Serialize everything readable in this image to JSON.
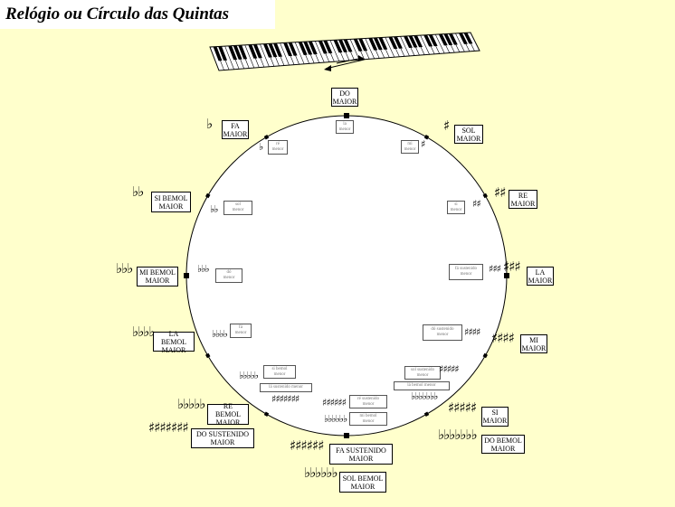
{
  "title": "Relógio ou Círculo das Quintas",
  "icons": [
    "piano-keyboard-icon",
    "double-arrow-icon"
  ],
  "major_keys": [
    {
      "id": "do",
      "label": "DO\nMAIOR",
      "accidentals": ""
    },
    {
      "id": "sol",
      "label": "SOL\nMAIOR",
      "accidentals": "♯"
    },
    {
      "id": "re",
      "label": "RE\nMAIOR",
      "accidentals": "♯♯"
    },
    {
      "id": "la",
      "label": "LA\nMAIOR",
      "accidentals": "♯♯♯"
    },
    {
      "id": "mi",
      "label": "MI\nMAIOR",
      "accidentals": "♯♯♯♯"
    },
    {
      "id": "si",
      "label": "SI\nMAIOR",
      "accidentals": "♯♯♯♯♯"
    },
    {
      "id": "dob",
      "label": "DO BEMOL\nMAIOR",
      "accidentals": "♭♭♭♭♭♭♭"
    },
    {
      "id": "fas",
      "label": "FA SUSTENIDO\nMAIOR",
      "accidentals": "♯♯♯♯♯♯"
    },
    {
      "id": "solb",
      "label": "SOL BEMOL\nMAIOR",
      "accidentals": "♭♭♭♭♭♭"
    },
    {
      "id": "reb",
      "label": "RE BEMOL\nMAIOR",
      "accidentals": "♭♭♭♭♭"
    },
    {
      "id": "dos",
      "label": "DO SUSTENIDO\nMAIOR",
      "accidentals": "♯♯♯♯♯♯♯"
    },
    {
      "id": "lab",
      "label": "LA BEMOL\nMAIOR",
      "accidentals": "♭♭♭♭"
    },
    {
      "id": "mib",
      "label": "MI BEMOL\nMAIOR",
      "accidentals": "♭♭♭"
    },
    {
      "id": "sib",
      "label": "SI BEMOL\nMAIOR",
      "accidentals": "♭♭"
    },
    {
      "id": "fa",
      "label": "FA\nMAIOR",
      "accidentals": "♭"
    }
  ],
  "minor_keys": [
    {
      "id": "la-m",
      "label": "la\nmenor",
      "accidentals": ""
    },
    {
      "id": "mi-m",
      "label": "mi\nmenor",
      "accidentals": "♯"
    },
    {
      "id": "si-m",
      "label": "si\nmenor",
      "accidentals": "♯♯"
    },
    {
      "id": "fas-m",
      "label": "fá sustenido\nmenor",
      "accidentals": "♯♯♯"
    },
    {
      "id": "dos-m",
      "label": "dó sustenido\nmenor",
      "accidentals": "♯♯♯♯"
    },
    {
      "id": "sols-m",
      "label": "sol sustenido\nmenor",
      "accidentals": "♯♯♯♯♯"
    },
    {
      "id": "lab-m",
      "label": "lá bemol menor",
      "accidentals": "♭♭♭♭♭♭♭"
    },
    {
      "id": "res-m",
      "label": "ré sustenido\nmenor",
      "accidentals": "♯♯♯♯♯♯"
    },
    {
      "id": "mib-m",
      "label": "mi bemol\nmenor",
      "accidentals": "♭♭♭♭♭♭"
    },
    {
      "id": "sib-m",
      "label": "si bemol\nmenor",
      "accidentals": "♭♭♭♭♭"
    },
    {
      "id": "las-m",
      "label": "lá sustenido menor",
      "accidentals": "♯♯♯♯♯♯♯"
    },
    {
      "id": "fa-m",
      "label": "fá\nmenor",
      "accidentals": "♭♭♭♭"
    },
    {
      "id": "do-m",
      "label": "dó\nmenor",
      "accidentals": "♭♭♭"
    },
    {
      "id": "sol-m",
      "label": "sol\nmenor",
      "accidentals": "♭♭"
    },
    {
      "id": "re-m",
      "label": "ré\nmenor",
      "accidentals": "♭"
    }
  ]
}
